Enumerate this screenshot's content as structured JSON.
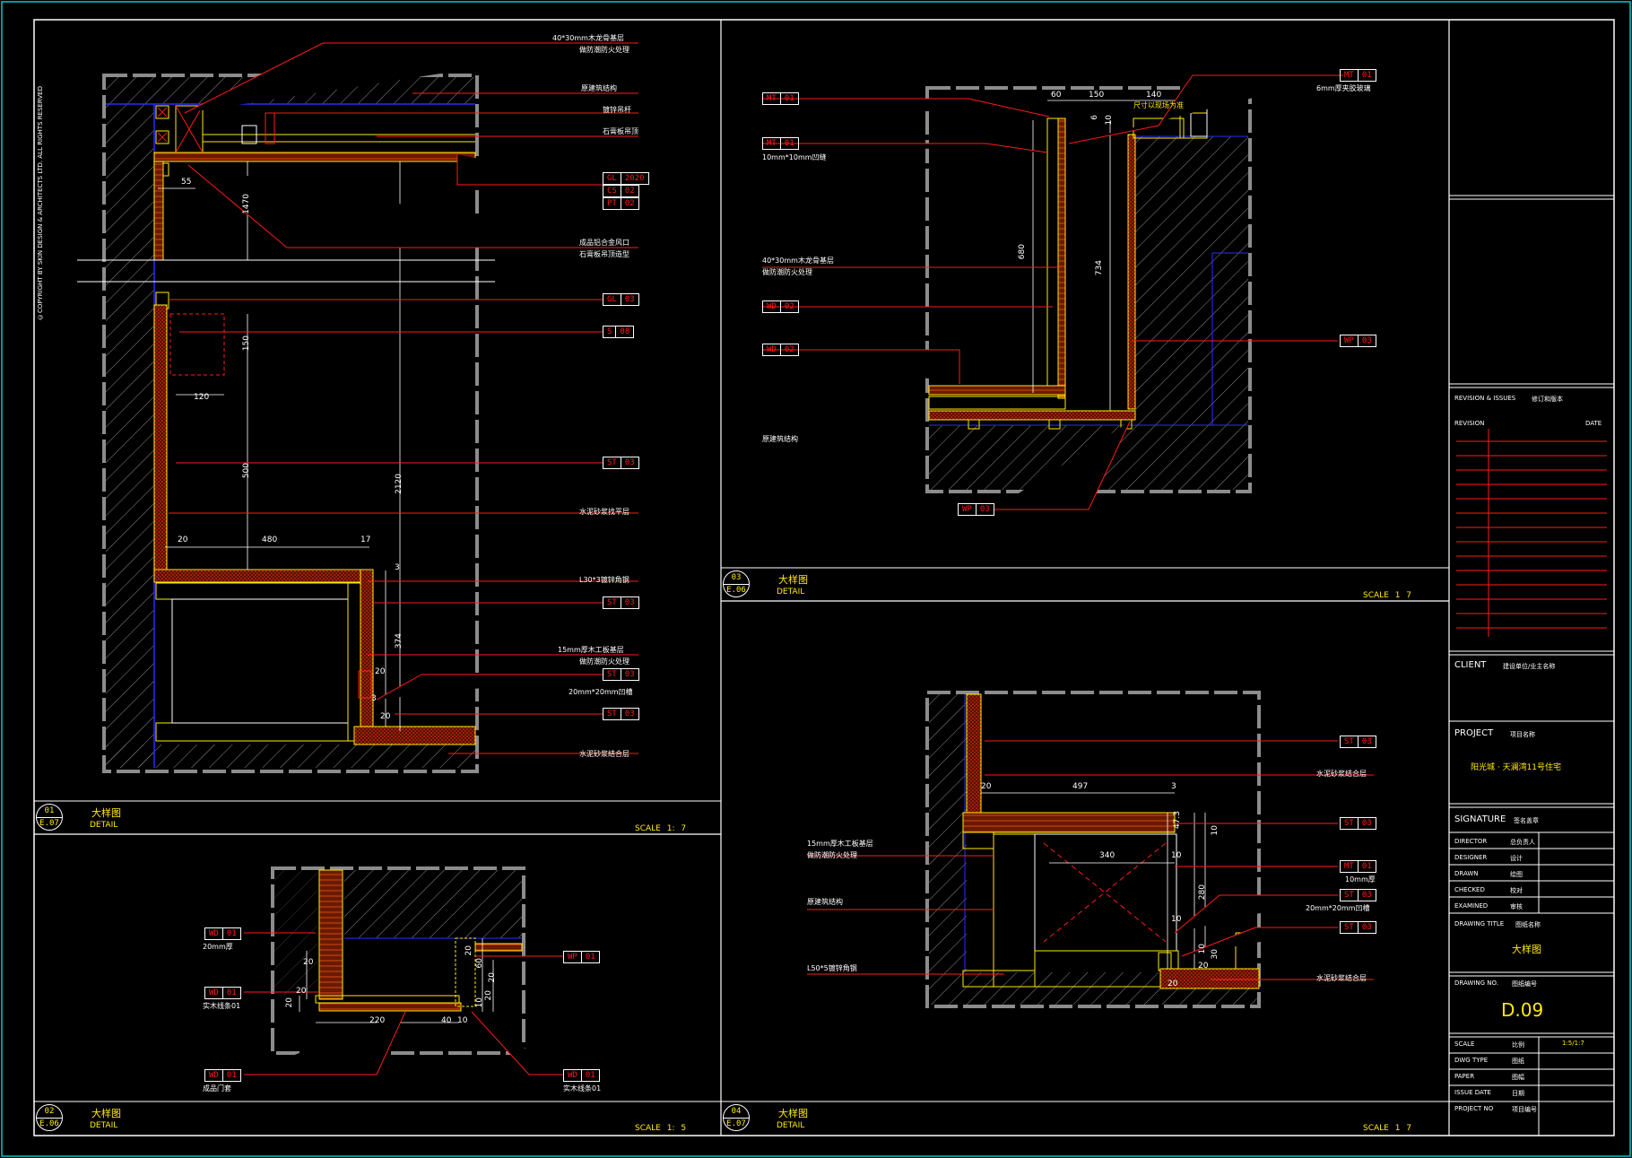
{
  "copyright": "©COPYRIGHT BY SKIN DESIGN & ARCHITECTS LTD. ALL RIGHTS RESERVED",
  "details": [
    {
      "num": "01",
      "ref": "E.07",
      "cn": "大样图",
      "en": "DETAIL",
      "scale": "SCALE 1: 7"
    },
    {
      "num": "02",
      "ref": "E.06",
      "cn": "大样图",
      "en": "DETAIL",
      "scale": "SCALE 1: 5"
    },
    {
      "num": "03",
      "ref": "E.06",
      "cn": "大样图",
      "en": "DETAIL",
      "scale": "SCALE 1 7"
    },
    {
      "num": "04",
      "ref": "E.07",
      "cn": "大样图",
      "en": "DETAIL",
      "scale": "SCALE 1 7"
    }
  ],
  "d01": {
    "labels": [
      "40*30mm木龙骨基层",
      "做防潮防火处理",
      "原建筑结构",
      "镀锌吊杆",
      "石膏板吊顶",
      "成品铝合金风口",
      "石膏板吊顶造型",
      "水泥砂浆找平层",
      "L30*3镀锌角钢",
      "15mm厚木工板基层",
      "做防潮防火处理",
      "20mm*20mm凹槽",
      "水泥砂浆结合层"
    ],
    "tags": [
      [
        "GL",
        "2020"
      ],
      [
        "CS",
        "02"
      ],
      [
        "PT",
        "02"
      ],
      [
        "GL",
        "03"
      ],
      [
        "S",
        "08"
      ],
      [
        "ST",
        "03"
      ],
      [
        "ST",
        "03"
      ],
      [
        "ST",
        "03"
      ],
      [
        "ST",
        "03"
      ]
    ],
    "dims": [
      "55",
      "1470",
      "150",
      "120",
      "500",
      "2120",
      "20",
      "480",
      "17",
      "3",
      "374",
      "20",
      "3",
      "20"
    ]
  },
  "d02": {
    "labels": [
      "20mm厚",
      "实木线条01",
      "成品门套",
      "实木线条01"
    ],
    "tags": [
      [
        "WD",
        "01"
      ],
      [
        "WD",
        "01"
      ],
      [
        "WD",
        "01"
      ],
      [
        "WP",
        "01"
      ],
      [
        "WD",
        "01"
      ]
    ],
    "dims": [
      "20",
      "20",
      "20",
      "220",
      "40",
      "10",
      "20",
      "60",
      "10",
      "20",
      "20"
    ]
  },
  "d03": {
    "labels": [
      "6mm厚夹胶玻璃",
      "10mm*10mm凹缝",
      "40*30mm木龙骨基层",
      "做防潮防火处理",
      "原建筑结构",
      "尺寸以现场为准"
    ],
    "tags": [
      [
        "MT",
        "01"
      ],
      [
        "MT",
        "01"
      ],
      [
        "MT",
        "01"
      ],
      [
        "WD",
        "02"
      ],
      [
        "WD",
        "02"
      ],
      [
        "WP",
        "03"
      ],
      [
        "WP",
        "03"
      ]
    ],
    "dims": [
      "60",
      "150",
      "140",
      "6",
      "10",
      "680",
      "734"
    ]
  },
  "d04": {
    "labels": [
      "水泥砂浆结合层",
      "15mm厚木工板基层",
      "做防潮防火处理",
      "原建筑结构",
      "L50*5镀锌角钢",
      "10mm厚",
      "20mm*20mm凹槽",
      "水泥砂浆结合层"
    ],
    "tags": [
      [
        "ST",
        "03"
      ],
      [
        "ST",
        "03"
      ],
      [
        "MT",
        "01"
      ],
      [
        "ST",
        "03"
      ],
      [
        "ST",
        "03"
      ]
    ],
    "dims": [
      "20",
      "497",
      "3",
      "47.3",
      "10",
      "340",
      "10",
      "280",
      "10",
      "10",
      "30",
      "20",
      "20"
    ]
  },
  "title_block": {
    "revision_label": "REVISION & ISSUES",
    "revision_cn": "修订和版本",
    "revision_col": "REVISION",
    "date_col": "DATE",
    "client_label": "CLIENT",
    "client_value": "建设单位/业主名称",
    "project_label": "PROJECT",
    "project_cn": "项目名称",
    "project_value": "阳光城 · 天澜湾11号住宅",
    "signature_label": "SIGNATURE",
    "signature_cn": "签名盖章",
    "rows": [
      {
        "k": "DIRECTOR",
        "v": "总负责人"
      },
      {
        "k": "DESIGNER",
        "v": "设计"
      },
      {
        "k": "DRAWN",
        "v": "绘图"
      },
      {
        "k": "CHECKED",
        "v": "校对"
      },
      {
        "k": "EXAMINED",
        "v": "审核"
      }
    ],
    "drawing_title_label": "DRAWING TITLE",
    "drawing_title_cn": "图纸名称",
    "drawing_title_value": "大样图",
    "drawing_no_label": "DRAWING NO.",
    "drawing_no_cn": "图纸编号",
    "drawing_no_value": "D.09",
    "meta": [
      {
        "k": "SCALE",
        "c": "比例",
        "v": "1:5/1:7"
      },
      {
        "k": "DWG TYPE",
        "c": "图纸",
        "v": ""
      },
      {
        "k": "PAPER",
        "c": "图幅",
        "v": ""
      },
      {
        "k": "ISSUE DATE",
        "c": "日期",
        "v": ""
      },
      {
        "k": "PROJECT NO",
        "c": "项目编号",
        "v": ""
      }
    ]
  },
  "colors": {
    "bg": "#000000",
    "frame": "#ffffff",
    "red": "#ff1a1a",
    "yellow": "#ffea00",
    "blue": "#2b2bff",
    "orange": "#c04010",
    "grey": "#8c8c8c",
    "cyan": "#00c8c8"
  }
}
